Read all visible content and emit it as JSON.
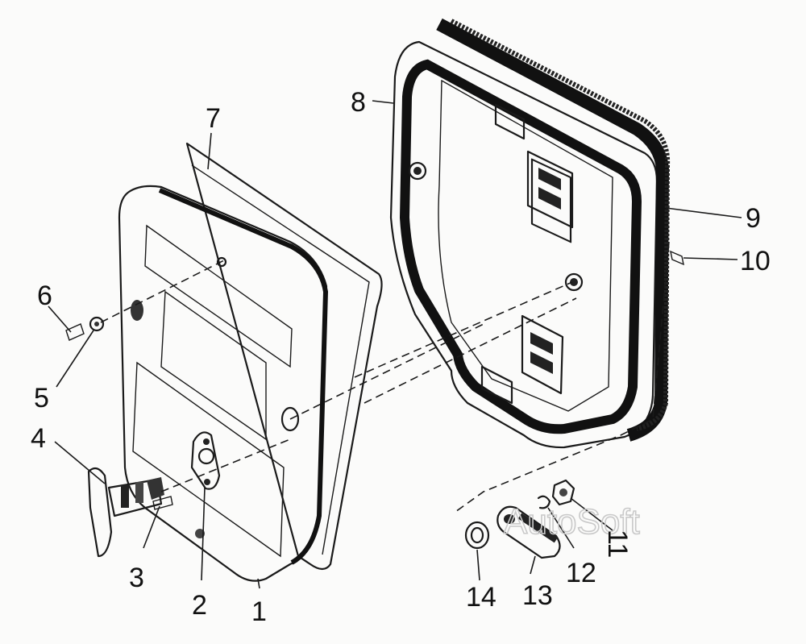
{
  "diagram": {
    "callouts": [
      {
        "id": "c1",
        "text": "1"
      },
      {
        "id": "c2",
        "text": "2"
      },
      {
        "id": "c3",
        "text": "3"
      },
      {
        "id": "c4",
        "text": "4"
      },
      {
        "id": "c5",
        "text": "5"
      },
      {
        "id": "c6",
        "text": "6"
      },
      {
        "id": "c7",
        "text": "7"
      },
      {
        "id": "c8",
        "text": "8"
      },
      {
        "id": "c9",
        "text": "9"
      },
      {
        "id": "c10",
        "text": "10"
      },
      {
        "id": "c11",
        "text": "11"
      },
      {
        "id": "c12",
        "text": "12"
      },
      {
        "id": "c13",
        "text": "13"
      },
      {
        "id": "c14",
        "text": "14"
      }
    ],
    "watermark": "AutoSoft"
  }
}
